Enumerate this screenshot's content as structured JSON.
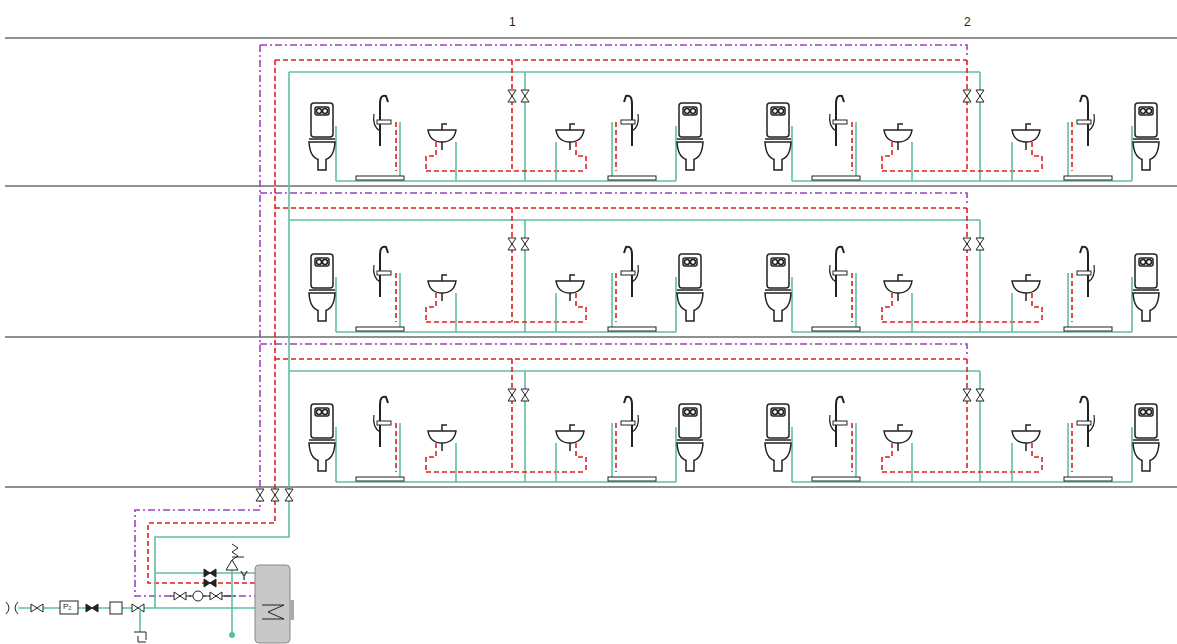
{
  "diagram": {
    "labels": [
      "1",
      "2",
      "Y",
      "P₂"
    ]
  }
}
